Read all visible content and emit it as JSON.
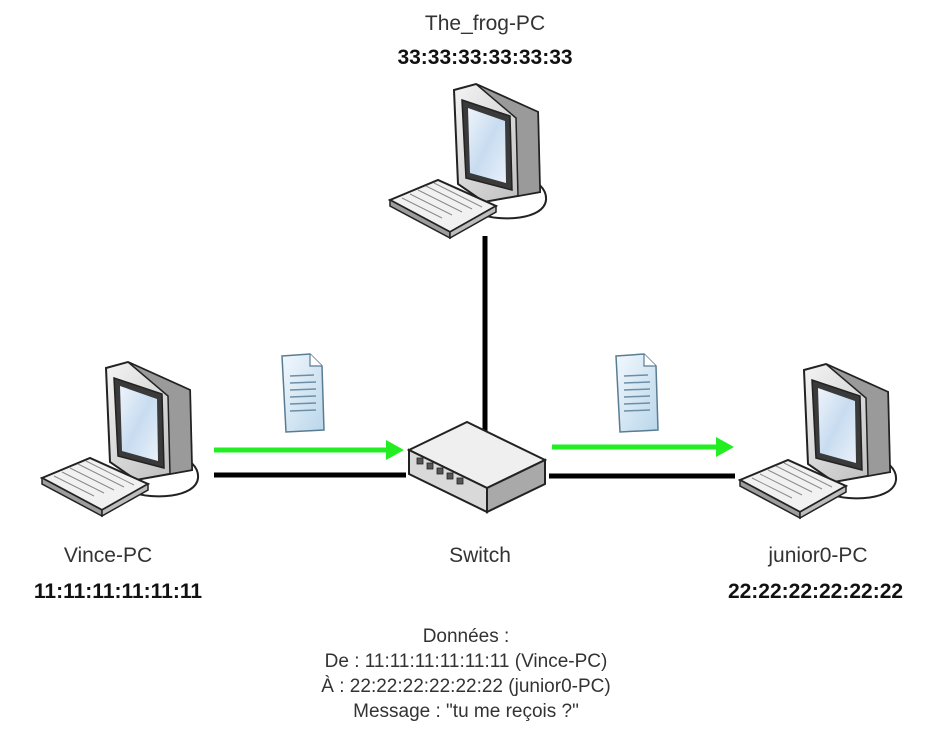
{
  "nodes": {
    "top_pc": {
      "name": "The_frog-PC",
      "mac": "33:33:33:33:33:33",
      "icon": "computer-icon"
    },
    "left_pc": {
      "name": "Vince-PC",
      "mac": "11:11:11:11:11:11",
      "icon": "computer-icon"
    },
    "right_pc": {
      "name": "junior0-PC",
      "mac": "22:22:22:22:22:22",
      "icon": "computer-icon"
    },
    "switch": {
      "name": "Switch",
      "icon": "network-switch-icon"
    }
  },
  "packets": [
    {
      "icon": "document-icon",
      "from": "Vince-PC",
      "to": "Switch"
    },
    {
      "icon": "document-icon",
      "from": "Switch",
      "to": "junior0-PC"
    }
  ],
  "frame_info": {
    "title": "Données :",
    "from_line": "De : 11:11:11:11:11:11 (Vince-PC)",
    "to_line": "À : 22:22:22:22:22:22 (junior0-PC)",
    "message_line": "Message : \"tu me reçois ?\""
  },
  "colors": {
    "link": "#000000",
    "flow_arrow": "#22ee22"
  }
}
